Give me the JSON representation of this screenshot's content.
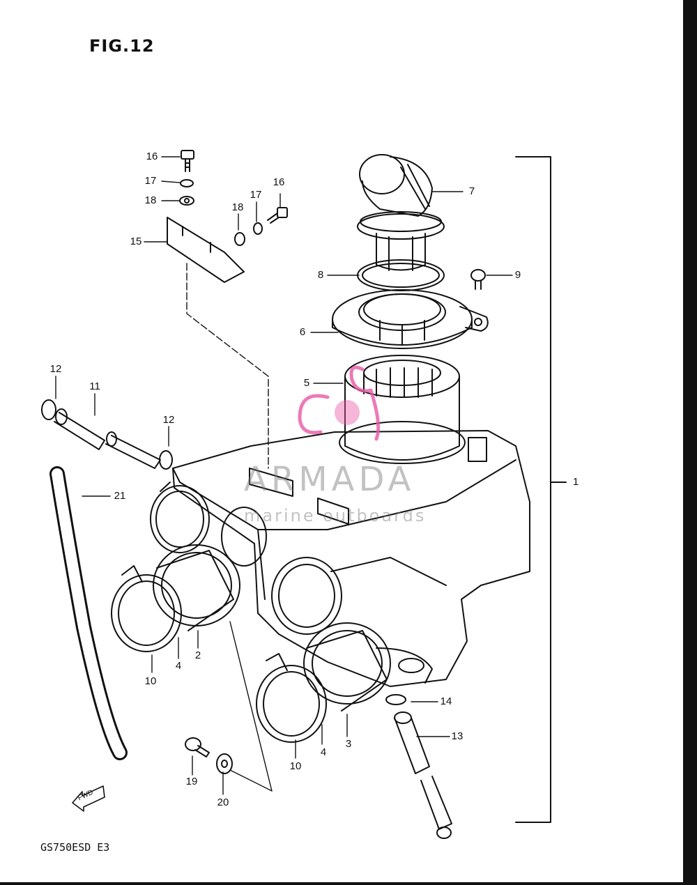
{
  "figure": {
    "title": "FIG.12",
    "model": "GS750ESD E3"
  },
  "watermark": {
    "brand": "ARMADA",
    "tagline": "marine outboards",
    "accent": "#e85aa5"
  },
  "fwd_label": "FWD",
  "callouts": [
    {
      "id": "c16a",
      "text": "16"
    },
    {
      "id": "c17a",
      "text": "17"
    },
    {
      "id": "c18a",
      "text": "18"
    },
    {
      "id": "c15",
      "text": "15"
    },
    {
      "id": "c18b",
      "text": "18"
    },
    {
      "id": "c17b",
      "text": "17"
    },
    {
      "id": "c16b",
      "text": "16"
    },
    {
      "id": "c7",
      "text": "7"
    },
    {
      "id": "c8",
      "text": "8"
    },
    {
      "id": "c9",
      "text": "9"
    },
    {
      "id": "c6",
      "text": "6"
    },
    {
      "id": "c5",
      "text": "5"
    },
    {
      "id": "c12a",
      "text": "12"
    },
    {
      "id": "c11",
      "text": "11"
    },
    {
      "id": "c12b",
      "text": "12"
    },
    {
      "id": "c21",
      "text": "21"
    },
    {
      "id": "c1",
      "text": "1"
    },
    {
      "id": "c10a",
      "text": "10"
    },
    {
      "id": "c4a",
      "text": "4"
    },
    {
      "id": "c2",
      "text": "2"
    },
    {
      "id": "c14",
      "text": "14"
    },
    {
      "id": "c13",
      "text": "13"
    },
    {
      "id": "c4b",
      "text": "4"
    },
    {
      "id": "c3",
      "text": "3"
    },
    {
      "id": "c10b",
      "text": "10"
    },
    {
      "id": "c19",
      "text": "19"
    },
    {
      "id": "c20",
      "text": "20"
    }
  ]
}
